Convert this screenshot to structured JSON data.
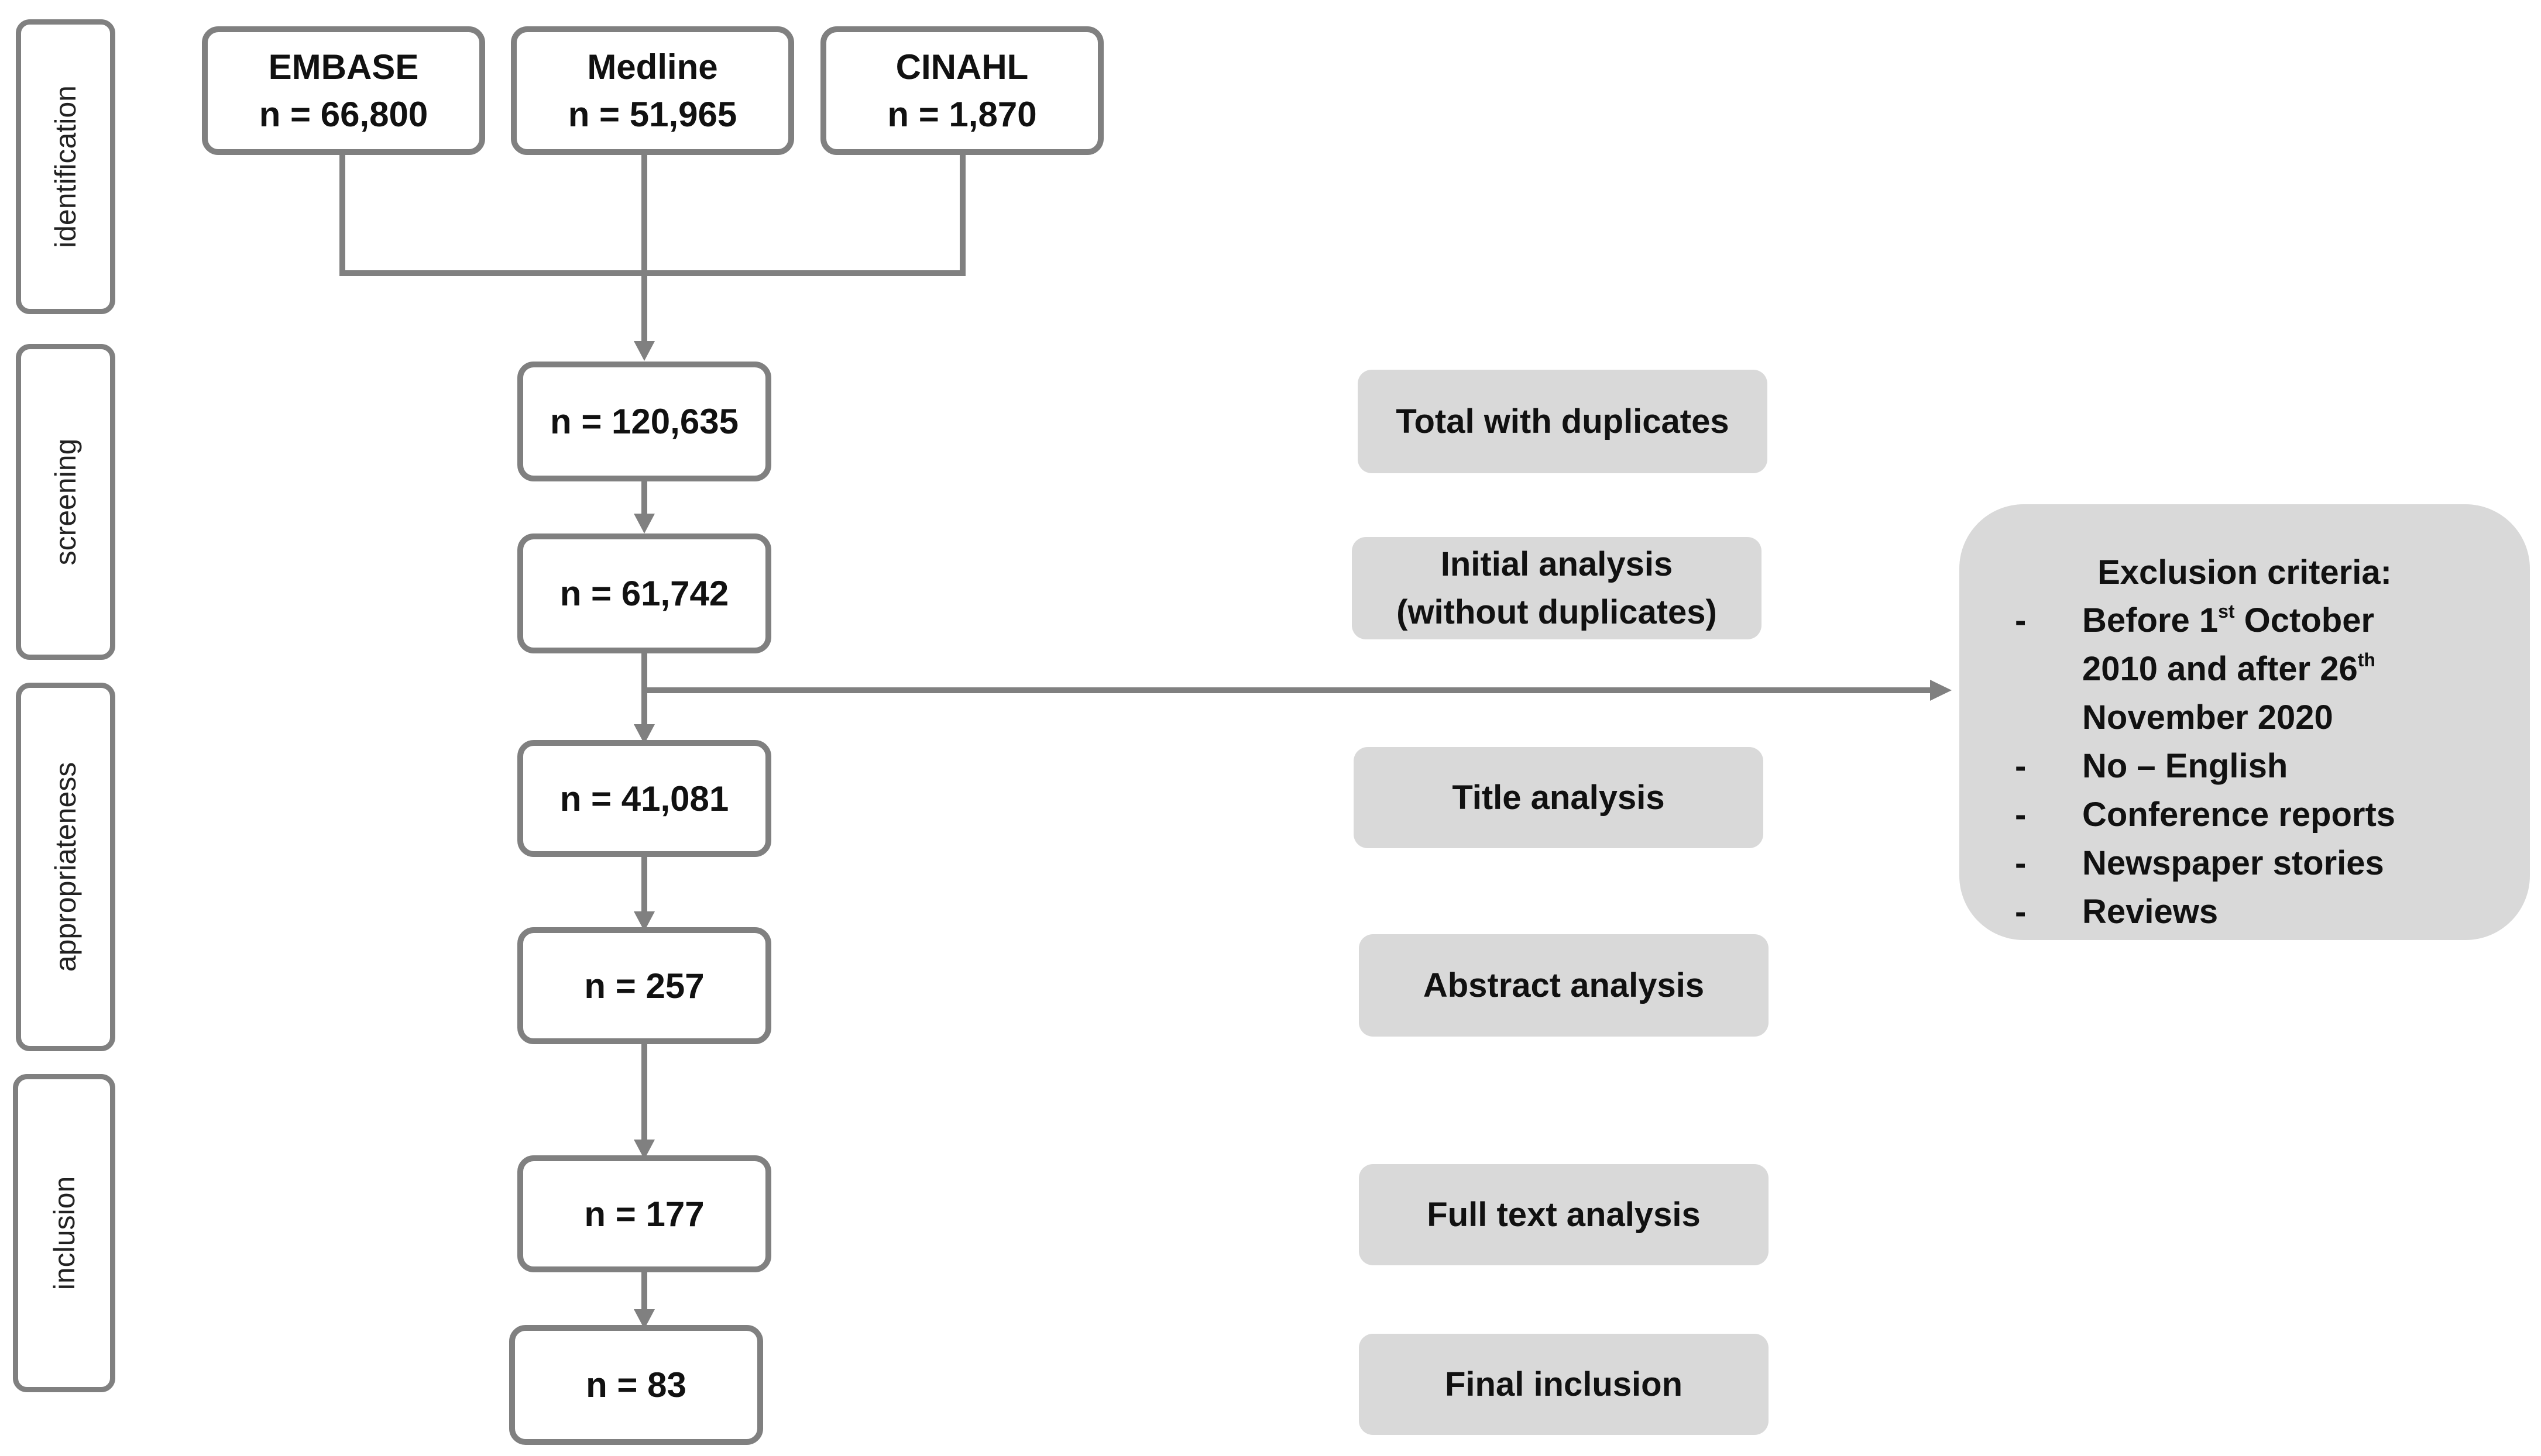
{
  "stages": [
    {
      "key": "identification",
      "label": "identification"
    },
    {
      "key": "screening",
      "label": "screening"
    },
    {
      "key": "appropriateness",
      "label": "appropriateness"
    },
    {
      "key": "inclusion",
      "label": "inclusion"
    }
  ],
  "sources": [
    {
      "name": "EMBASE",
      "count": "n = 66,800"
    },
    {
      "name": "Medline",
      "count": "n = 51,965"
    },
    {
      "name": "CINAHL",
      "count": "n = 1,870"
    }
  ],
  "flow": [
    {
      "count": "n = 120,635",
      "step": "Total with duplicates"
    },
    {
      "count": "n = 61,742",
      "step_line1": "Initial analysis",
      "step_line2": "(without duplicates)"
    },
    {
      "count": "n = 41,081",
      "step": "Title analysis"
    },
    {
      "count": "n = 257",
      "step": "Abstract analysis"
    },
    {
      "count": "n = 177",
      "step": "Full text analysis"
    },
    {
      "count": "n = 83",
      "step": "Final inclusion"
    }
  ],
  "exclusion": {
    "title": "Exclusion criteria:",
    "dash": "-",
    "date_part1": "Before 1",
    "date_sup1": "st",
    "date_part2": " October",
    "date_part3": "2010 and after 26",
    "date_sup2": "th",
    "date_part4": "November 2020",
    "items": [
      "No – English",
      "Conference reports",
      "Newspaper stories",
      "Reviews"
    ]
  },
  "colors": {
    "border": "#808080",
    "label_fill": "#d9d9d9",
    "arrow": "#808080"
  }
}
